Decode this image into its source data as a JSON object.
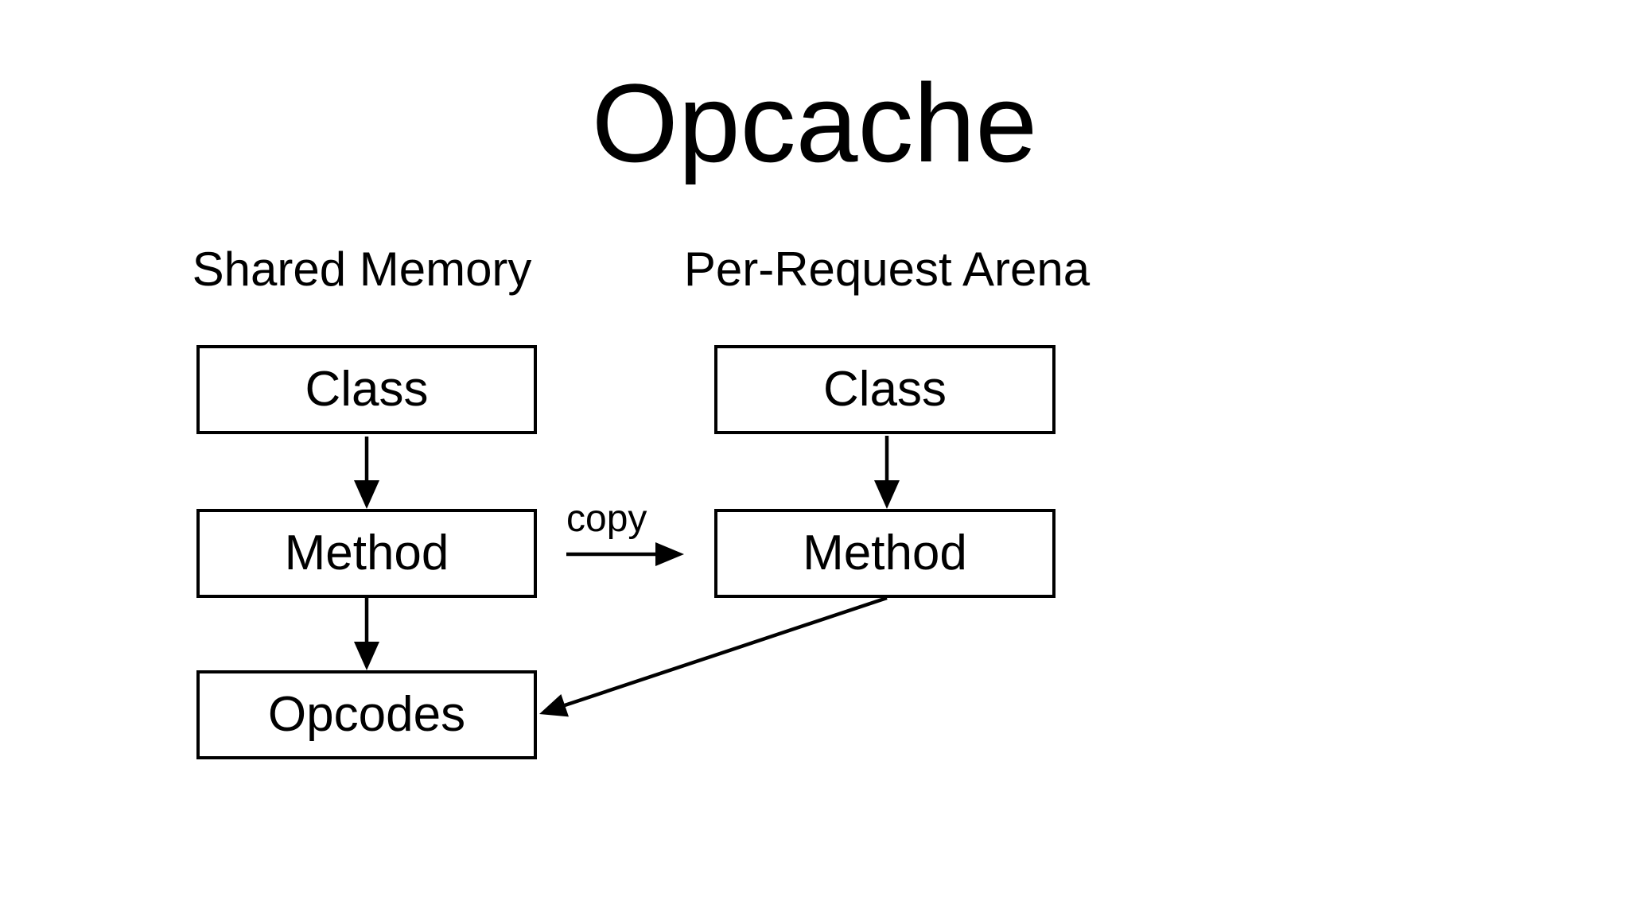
{
  "title": "Opcache",
  "diagram": {
    "columns": [
      {
        "label": "Shared Memory",
        "boxes": [
          "Class",
          "Method",
          "Opcodes"
        ]
      },
      {
        "label": "Per-Request Arena",
        "boxes": [
          "Class",
          "Method"
        ]
      }
    ],
    "edges": [
      {
        "from": "shared-class",
        "to": "shared-method",
        "label": ""
      },
      {
        "from": "shared-method",
        "to": "shared-opcodes",
        "label": ""
      },
      {
        "from": "per-request-class",
        "to": "per-request-method",
        "label": ""
      },
      {
        "from": "shared-method",
        "to": "per-request-method",
        "label": "copy"
      },
      {
        "from": "per-request-method",
        "to": "shared-opcodes",
        "label": ""
      }
    ],
    "colors": {
      "ink": "#000000",
      "background": "#ffffff",
      "box_fill": "#ffffff"
    }
  }
}
